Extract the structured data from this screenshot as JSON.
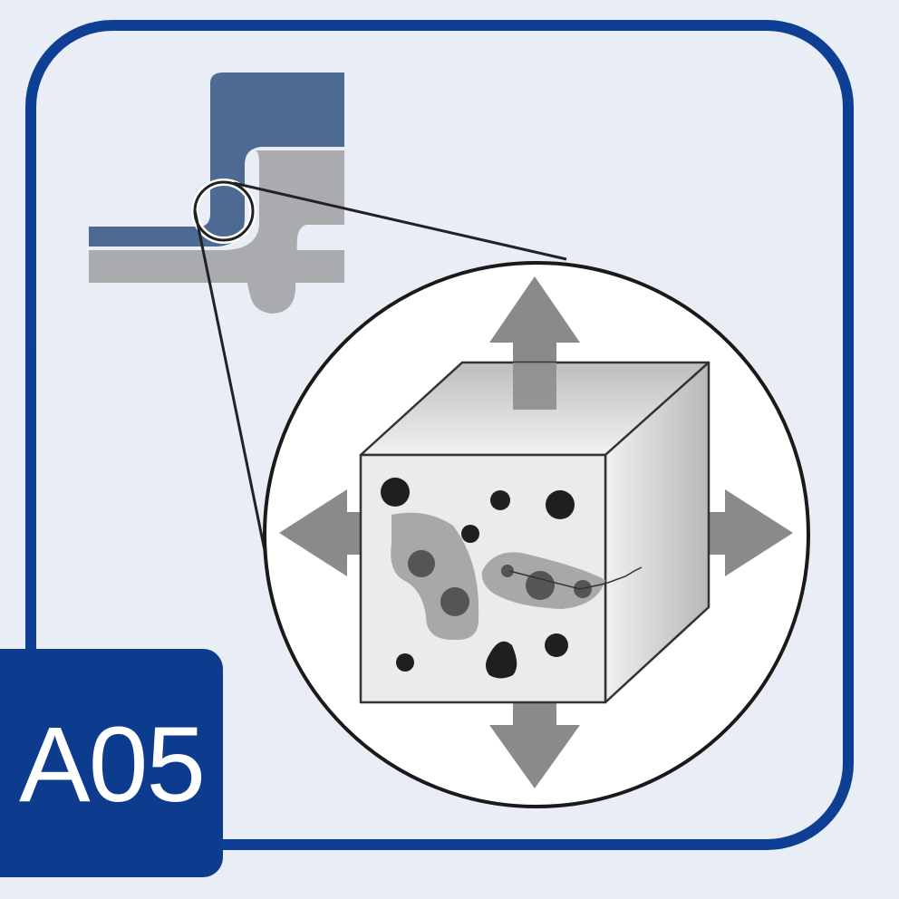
{
  "badge": {
    "label": "A05"
  },
  "colors": {
    "frame": "#0f3f95",
    "badge": "#0d3b8e",
    "background": "#e9eef6",
    "arrow": "#8a8a8a",
    "seal_dark": "#4d6a93",
    "seal_light": "#a9abae"
  },
  "icons": [
    "seal-cross-section",
    "magnifier-circle",
    "material-cube",
    "expansion-arrows"
  ]
}
